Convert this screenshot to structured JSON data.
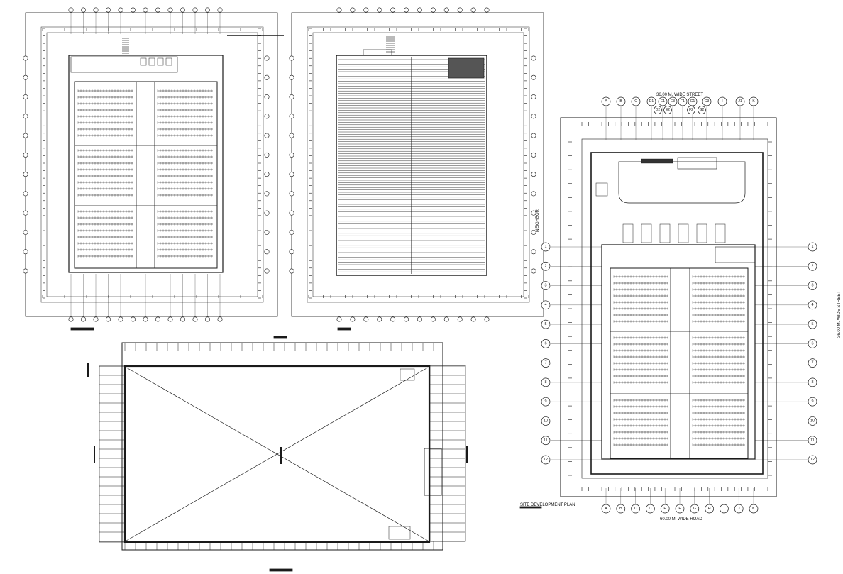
{
  "labels": {
    "street_top": "36.00 M. WIDE STREET",
    "street_right": "36.00 M. WIDE STREET",
    "road_bottom": "60.00 M. WIDE ROAD",
    "neighbor": "NEIGHBOR",
    "site_plan_title": "SITE DEVELOPMENT PLAN"
  },
  "grid": {
    "letters_top": [
      "A",
      "B",
      "C",
      "D1",
      "E1",
      "E3",
      "F1",
      "G1",
      "G3",
      "I",
      "J1",
      "K"
    ],
    "letters_top_sub": [
      "D2",
      "E2",
      "F2",
      "G2"
    ],
    "letters_bottom": [
      "A",
      "B",
      "C",
      "D",
      "E",
      "F",
      "G",
      "H",
      "I",
      "J",
      "K"
    ],
    "numbers": [
      "1",
      "2",
      "3",
      "4",
      "5",
      "6",
      "7",
      "8",
      "9",
      "10",
      "11",
      "12"
    ]
  },
  "colors": {
    "ink": "#1a1a1a",
    "paper": "#ffffff"
  }
}
